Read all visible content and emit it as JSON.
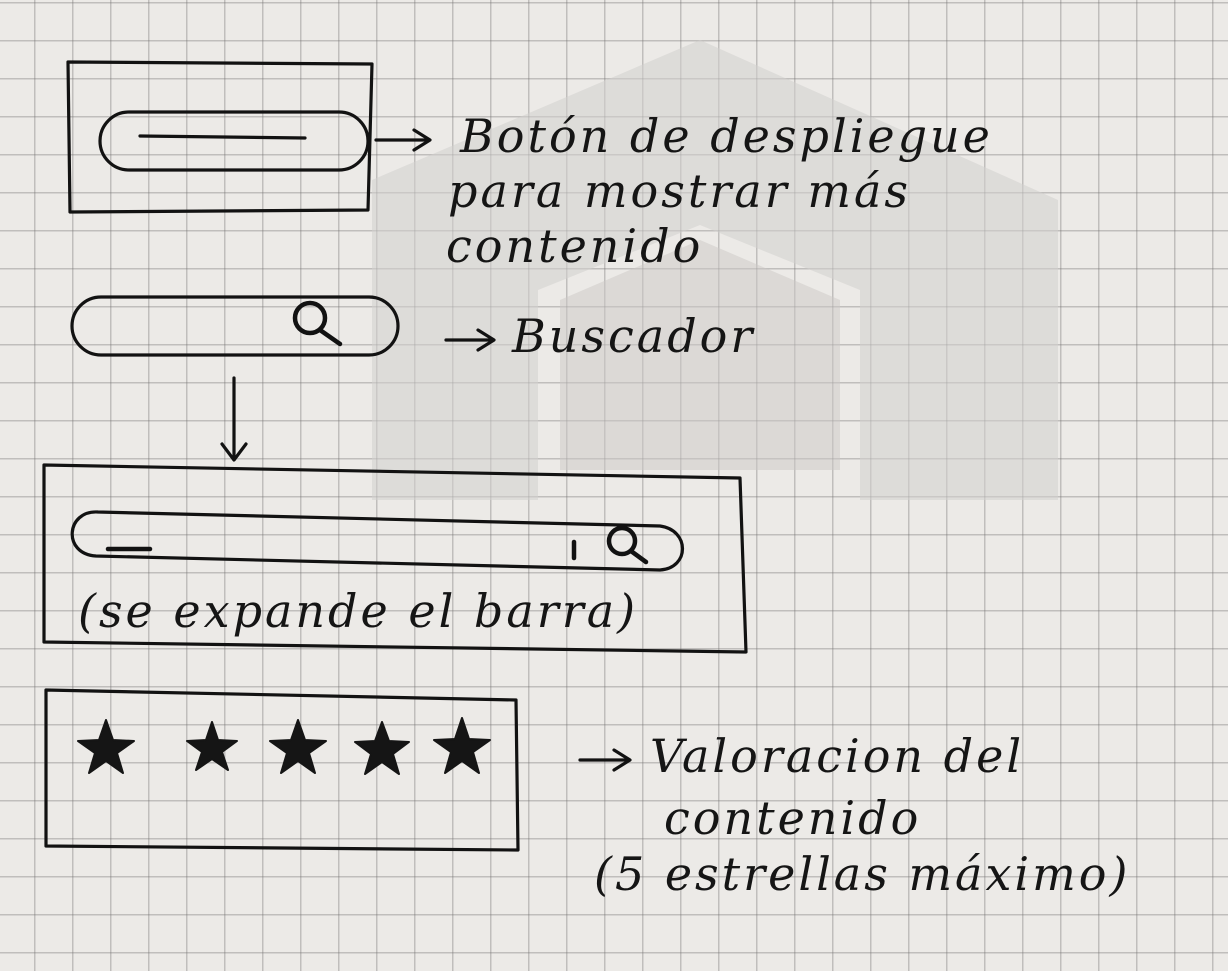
{
  "annotations": {
    "toggle_button": {
      "line1": "Botón de despliegue",
      "line2": "para mostrar más",
      "line3": "contenido"
    },
    "search": {
      "label": "Buscador"
    },
    "expanded": {
      "caption": "(se expande el barra)"
    },
    "rating": {
      "line1": "Valoracion del",
      "line2": "contenido",
      "line3": "(5 estrellas máximo)",
      "stars_filled": 5,
      "stars_total": 5
    }
  },
  "icons": {
    "search": "search-icon",
    "arrow": "arrow-right-icon",
    "arrow_down": "arrow-down-icon",
    "star": "star-icon"
  },
  "colors": {
    "paper": "#eceae7",
    "ink": "#141414",
    "watermark": "#d2cfcd"
  }
}
